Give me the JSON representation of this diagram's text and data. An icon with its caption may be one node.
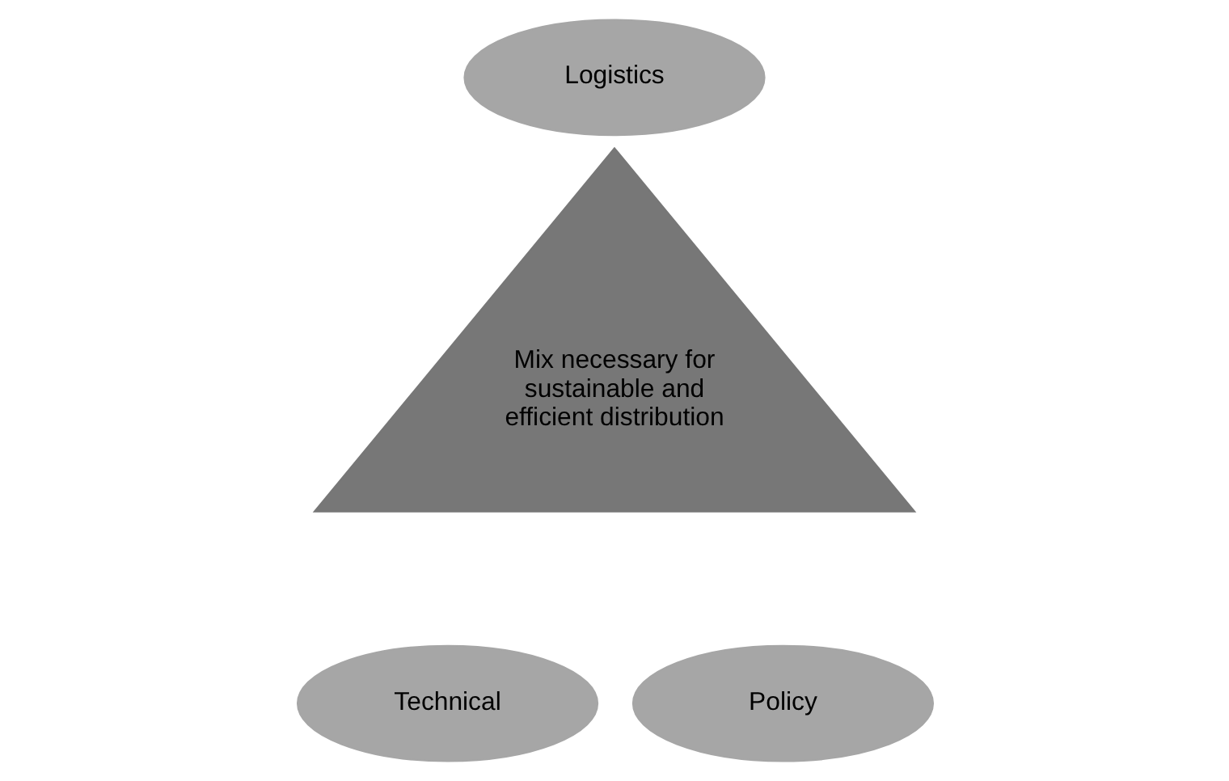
{
  "diagram": {
    "nodes": [
      {
        "text": [
          "Logistics"
        ]
      },
      {
        "text": [
          "Mix necessary for sustainable and efficient distribution"
        ]
      },
      {
        "text": [
          "Technical"
        ]
      },
      {
        "text": [
          "Policy"
        ]
      }
    ]
  }
}
